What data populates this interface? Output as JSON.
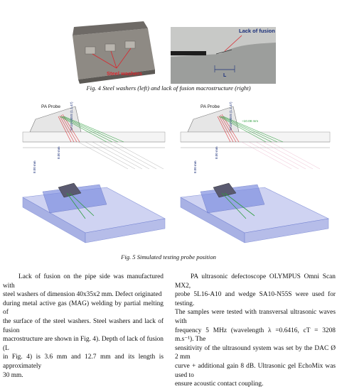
{
  "figure4": {
    "left_label": "Steel washers",
    "right_label": "Lack of fusion",
    "dim_label": "L",
    "caption": "Fig. 4 Steel washers (left) and lack of fusion macrostructure (right)"
  },
  "figure5": {
    "left_probe_label": "PA Probe",
    "right_probe_label": "PA Probe",
    "left_vertical_labels": [
      "SA10-N55S (1.1.47)",
      "8.00 mm",
      "8.00 mm"
    ],
    "right_vertical_labels": [
      "SA10-N55S (1.1.47)",
      "8.00 mm",
      "8.00 mm"
    ],
    "right_annotation": "~10.08 mm",
    "caption": "Fig. 5 Simulated testing probe position"
  },
  "text": {
    "left_column": [
      "Lack of fusion on the pipe side was manufactured with",
      "steel washers of dimension 40x35x2 mm. Defect originated",
      "during metal active gas (MAG) welding by partial melting of",
      "the surface of the steel washers. Steel washers and lack of fusion",
      "macrostructure are shown in Fig. 4). Depth of lack of fusion (L",
      "in Fig. 4) is 3.6 mm and 12.7 mm and its length is approximately",
      "30 mm."
    ],
    "right_column": [
      "PA ultrasonic defectoscope OLYMPUS Omni Scan MX2,",
      "probe 5L16-A10 and wedge SA10-N55S were used for testing.",
      "The samples were tested with transversal ultrasonic waves with",
      "frequency 5 MHz (wavelength λ =0.6416, cT = 3208 m.s⁻¹). The",
      "sensitivity of the ultrasound system was set by the DAC Ø 2 mm",
      "curve + additional gain 8 dB. Ultrasonic gel EchoMix was used to",
      "ensure acoustic contact coupling."
    ]
  },
  "colors": {
    "beam_red": "#d9272e",
    "beam_green": "#2e9e3e",
    "beam_gray": "#8c8c8c",
    "plate_blue": "#6f7fd0"
  }
}
